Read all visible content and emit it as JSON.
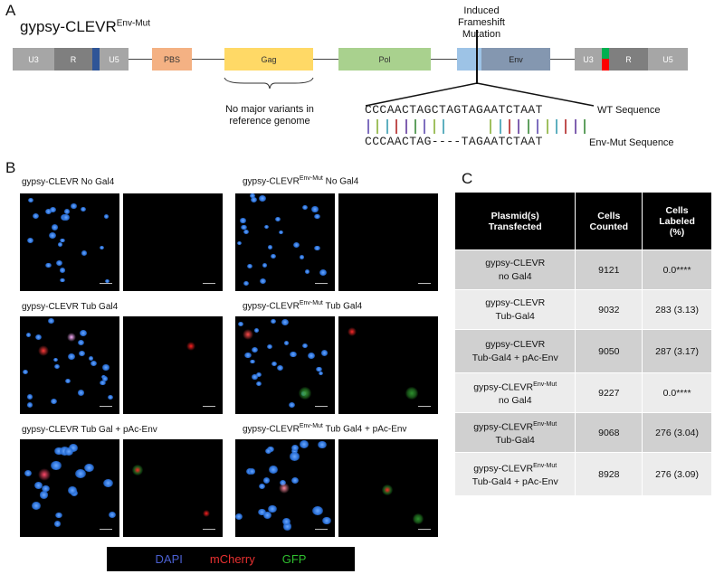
{
  "panelA": {
    "letter": "A",
    "title_main": "gypsy-CLEVR",
    "title_sup": "Env-Mut",
    "boxes": [
      {
        "label": "U3",
        "color": "#a6a6a6"
      },
      {
        "label": "R",
        "color": "#7f7f7f"
      },
      {
        "label": "U5",
        "color": "#a6a6a6"
      },
      {
        "label": "PBS",
        "color": "#f4b183"
      },
      {
        "label": "Gag",
        "color": "#ffd966"
      },
      {
        "label": "Pol",
        "color": "#a9d18e"
      },
      {
        "label": "Env",
        "color": "#8497b0"
      },
      {
        "label": "U3",
        "color": "#a6a6a6"
      },
      {
        "label": "R",
        "color": "#7f7f7f"
      },
      {
        "label": "U5",
        "color": "#a6a6a6"
      }
    ],
    "colors": {
      "blue_marker": "#2f5597",
      "env_light": "#9dc3e6",
      "green_marker": "#00b050",
      "red_marker": "#ff0000"
    },
    "frameshift_label_1": "Induced Frameshift",
    "frameshift_label_2": "Mutation",
    "gag_note_1": "No major variants in",
    "gag_note_2": "reference genome",
    "wt_sequence": "CCCAACTAGCTAGTAGAATCTAAT",
    "wt_label": "WT Sequence",
    "mut_sequence": "CCCAACTAG----TAGAATCTAAT",
    "mut_label": "Env-Mut  Sequence"
  },
  "panelB": {
    "letter": "B",
    "labels": [
      {
        "main": "gypsy-CLEVR No Gal4",
        "sup": "",
        "rest": ""
      },
      {
        "main": "gypsy-CLEVR",
        "sup": "Env-Mut",
        "rest": " No Gal4"
      },
      {
        "main": "gypsy-CLEVR Tub Gal4",
        "sup": "",
        "rest": ""
      },
      {
        "main": "gypsy-CLEVR",
        "sup": "Env-Mut",
        "rest": " Tub Gal4"
      },
      {
        "main": "gypsy-CLEVR Tub Gal + pAc-Env",
        "sup": "",
        "rest": ""
      },
      {
        "main": "gypsy-CLEVR",
        "sup": "Env-Mut",
        "rest": " Tub Gal4 + pAc-Env"
      }
    ],
    "legend": [
      {
        "label": "DAPI",
        "color": "#4a5fcf"
      },
      {
        "label": "mCherry",
        "color": "#e83030"
      },
      {
        "label": "GFP",
        "color": "#2fbf2f"
      }
    ]
  },
  "panelC": {
    "letter": "C",
    "headers": [
      "Plasmid(s) Transfected",
      "Cells Counted",
      "Cells Labeled (%)"
    ],
    "rows": [
      {
        "l1": "gypsy-CLEVR",
        "l1sup": "",
        "l2": "no Gal4",
        "counted": "9121",
        "labeled": "0.0****"
      },
      {
        "l1": "gypsy-CLEVR",
        "l1sup": "",
        "l2": "Tub-Gal4",
        "counted": "9032",
        "labeled": "283 (3.13)"
      },
      {
        "l1": "gypsy-CLEVR",
        "l1sup": "",
        "l2": "Tub-Gal4 + pAc-Env",
        "counted": "9050",
        "labeled": "287 (3.17)"
      },
      {
        "l1": "gypsy-CLEVR",
        "l1sup": "Env-Mut",
        "l2": "no Gal4",
        "counted": "9227",
        "labeled": "0.0****"
      },
      {
        "l1": "gypsy-CLEVR",
        "l1sup": "Env-Mut",
        "l2": "Tub-Gal4",
        "counted": "9068",
        "labeled": "276 (3.04)"
      },
      {
        "l1": "gypsy-CLEVR",
        "l1sup": "Env-Mut",
        "l2": "Tub-Gal4 + pAc-Env",
        "counted": "8928",
        "labeled": "276 (3.09)"
      }
    ]
  }
}
